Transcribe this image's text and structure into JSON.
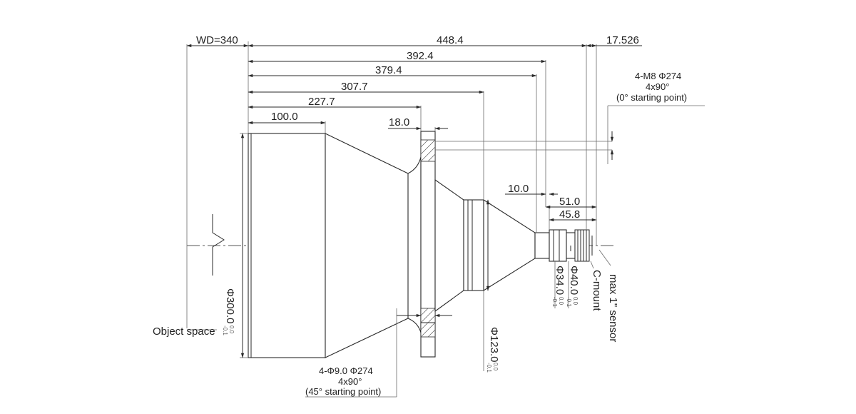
{
  "drawing": {
    "dims": {
      "wd": "WD=340",
      "total_length": "448.4",
      "len_392": "392.4",
      "len_379": "379.4",
      "len_307": "307.7",
      "len_227": "227.7",
      "len_100": "100.0",
      "flange_thickness": "18.0",
      "back_flange_offset": "17.526",
      "len_10": "10.0",
      "len_51": "51.0",
      "len_45": "45.8"
    },
    "diameters": {
      "front": "Φ300.0",
      "front_tol_upper": "0.0",
      "front_tol_lower": "-0.1",
      "mid": "Φ123.0",
      "mid_tol_upper": "0.0",
      "mid_tol_lower": "-0.1",
      "d40": "Φ40.0",
      "d40_tol_upper": "0.0",
      "d40_tol_lower": "-0.1",
      "d34": "Φ34.0",
      "d34_tol_upper": "0.0",
      "d34_tol_lower": "-0.1"
    },
    "notes": {
      "m8_line1": "4-M8  Φ274",
      "m8_line2": "4x90°",
      "m8_line3": "(0° starting point)",
      "hole_line1": "4-Φ9.0  Φ274",
      "hole_line2": "4x90°",
      "hole_line3": "(45° starting point)"
    },
    "labels": {
      "object_space": "Object space",
      "c_mount": "C-mount",
      "sensor": "max 1\"  sensor"
    }
  }
}
